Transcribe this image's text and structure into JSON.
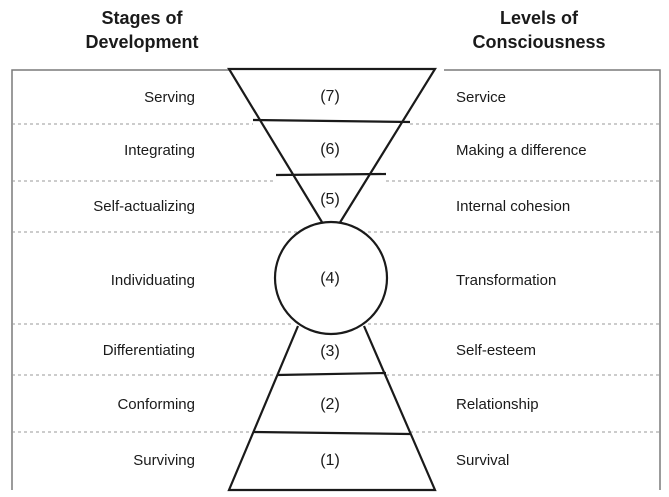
{
  "headers": {
    "left": {
      "line1": "Stages of",
      "line2": "Development"
    },
    "right": {
      "line1": "Levels of",
      "line2": "Consciousness"
    }
  },
  "levels": [
    {
      "number": "(7)",
      "stage": "Serving",
      "consciousness": "Service"
    },
    {
      "number": "(6)",
      "stage": "Integrating",
      "consciousness": "Making a difference"
    },
    {
      "number": "(5)",
      "stage": "Self-actualizing",
      "consciousness": "Internal cohesion"
    },
    {
      "number": "(4)",
      "stage": "Individuating",
      "consciousness": "Transformation"
    },
    {
      "number": "(3)",
      "stage": "Differentiating",
      "consciousness": "Self-esteem"
    },
    {
      "number": "(2)",
      "stage": "Conforming",
      "consciousness": "Relationship"
    },
    {
      "number": "(1)",
      "stage": "Surviving",
      "consciousness": "Survival"
    }
  ],
  "colors": {
    "line": "#1a1a1a",
    "border": "#7a7a7a",
    "divider": "#9a9a9a"
  }
}
